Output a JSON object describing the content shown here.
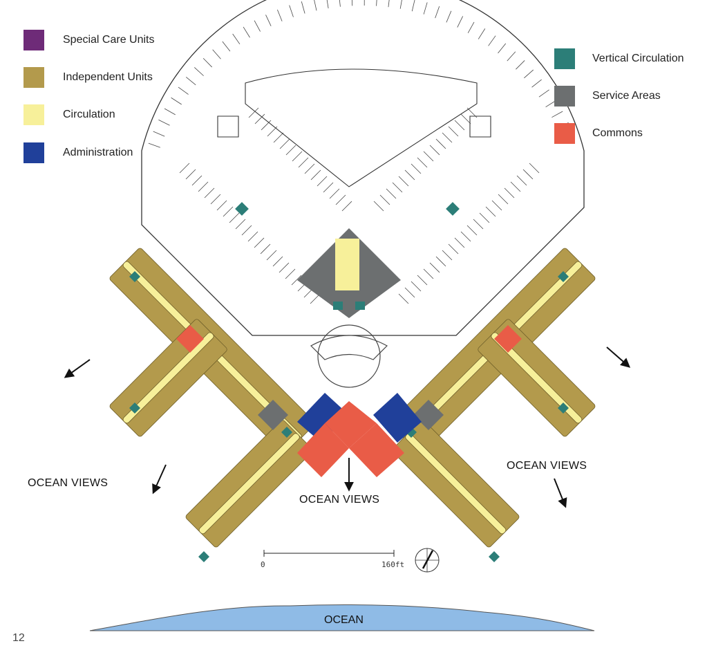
{
  "legend": {
    "left": [
      {
        "label": "Special Care Units",
        "color": "#6e2b78"
      },
      {
        "label": "Independent Units",
        "color": "#b39a4c"
      },
      {
        "label": "Circulation",
        "color": "#f7f09a"
      },
      {
        "label": "Administration",
        "color": "#20409a"
      }
    ],
    "right": [
      {
        "label": "Vertical Circulation",
        "color": "#2c7e78"
      },
      {
        "label": "Service Areas",
        "color": "#6c6f70"
      },
      {
        "label": "Commons",
        "color": "#e95c47"
      }
    ]
  },
  "views": {
    "left": "OCEAN VIEWS",
    "center": "OCEAN VIEWS",
    "right": "OCEAN VIEWS"
  },
  "scale": {
    "min": "0",
    "max": "160ft"
  },
  "ocean": "OCEAN",
  "page_number": "12",
  "colors": {
    "unit": "#b39a4c",
    "unit_stroke": "#6f5f2a",
    "circ": "#f7f09a",
    "commons": "#e95c47",
    "admin": "#20409a",
    "service": "#6c6f70",
    "vcirc": "#2c7e78",
    "ocean": "#8fbbe6"
  }
}
